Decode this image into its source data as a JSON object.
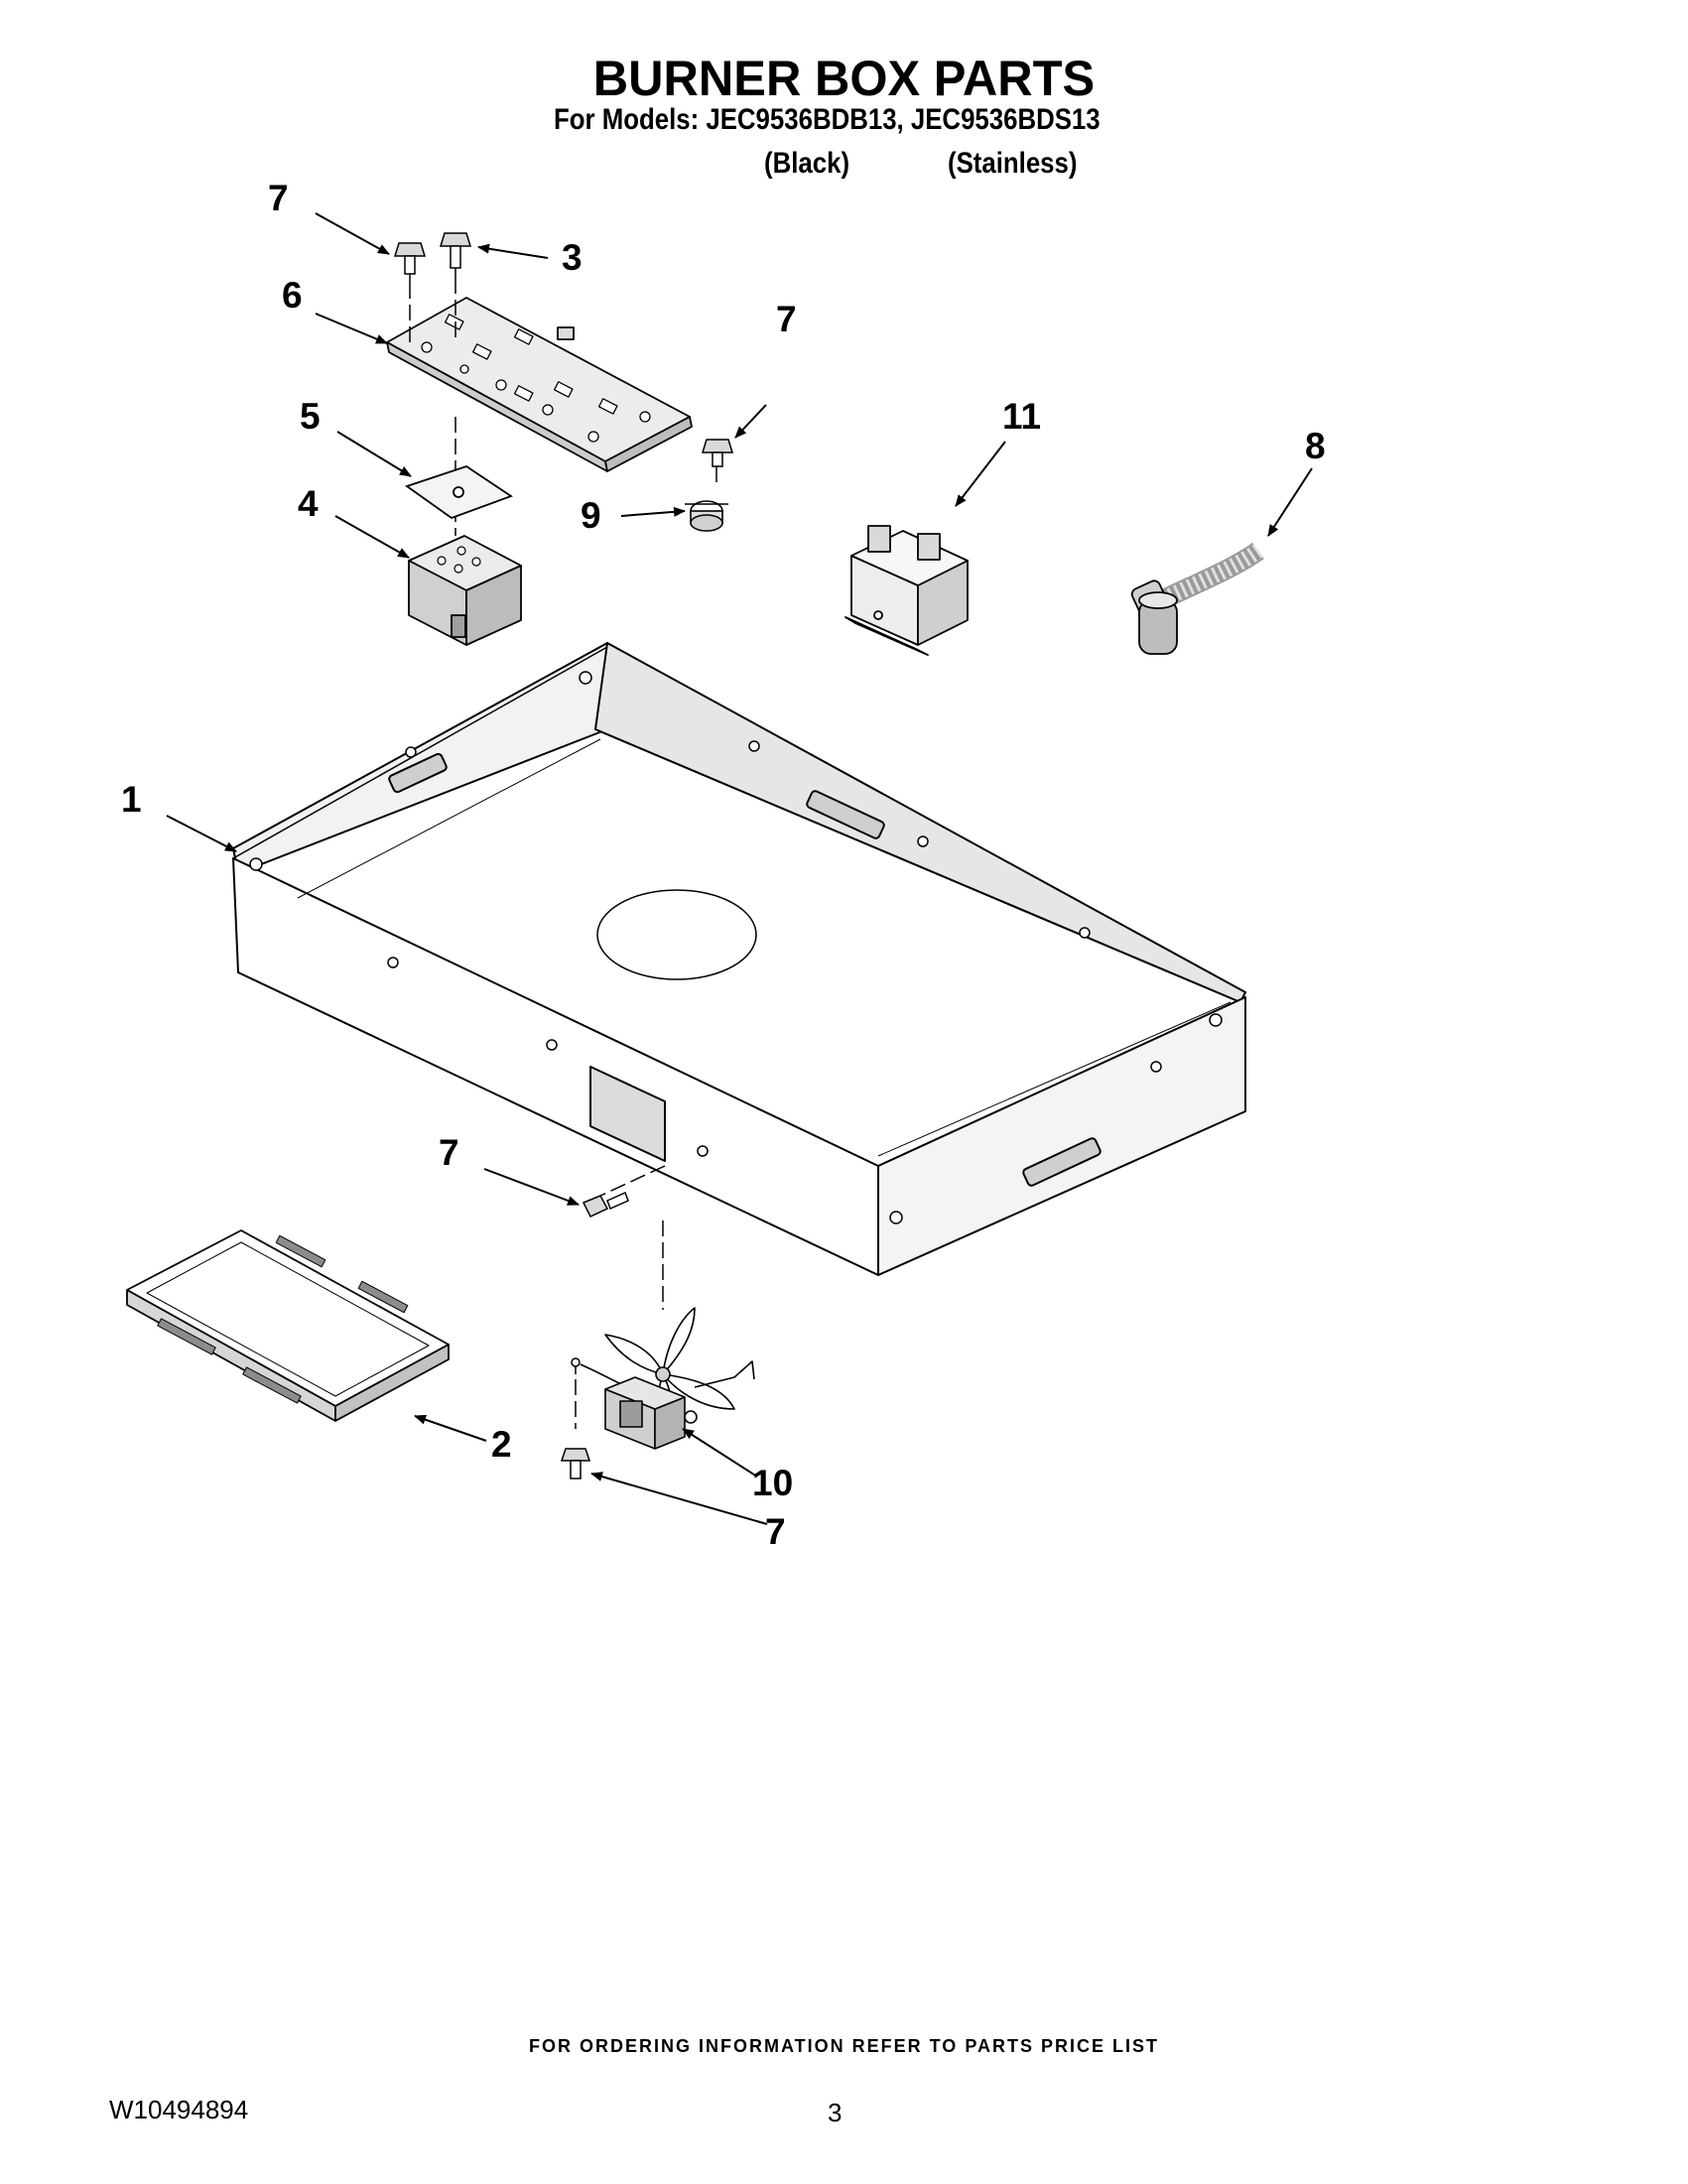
{
  "header": {
    "title": "BURNER BOX PARTS",
    "models_line": "For Models: JEC9536BDB13, JEC9536BDS13",
    "variant_black": "(Black)",
    "variant_stainless": "(Stainless)"
  },
  "callouts": {
    "screw_top_left": "7",
    "screw_top": "3",
    "terminal_plate": "6",
    "insulator": "5",
    "terminal_block": "4",
    "screw_mid": "7",
    "thermostat": "9",
    "relay": "11",
    "strain_relief": "8",
    "burner_box": "1",
    "screw_bottom": "7",
    "cover_plate": "2",
    "fan_motor": "10",
    "screw_fan": "7"
  },
  "footer": {
    "ordering_note": "FOR ORDERING INFORMATION REFER TO PARTS PRICE LIST",
    "doc_number": "W10494894",
    "page_number": "3"
  },
  "colors": {
    "line": "#000000",
    "fill_light": "#ffffff",
    "fill_shade": "#e6e6e6",
    "fill_dark": "#bdbdbd"
  }
}
